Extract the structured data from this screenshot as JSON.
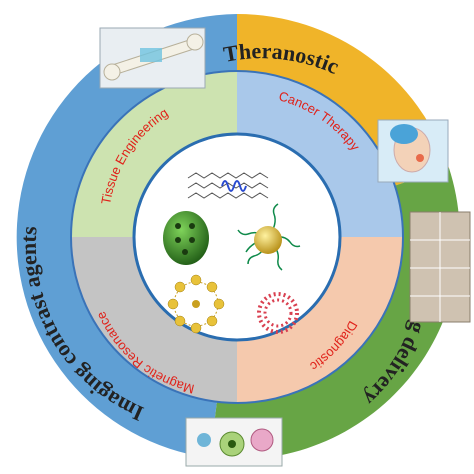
{
  "outer_ring": [
    {
      "label": "Theranostic",
      "color": "#f0b429"
    },
    {
      "label": "Drug delivery",
      "color": "#67a545"
    },
    {
      "label": "Imaging contrast agents",
      "color": "#5f9fd4"
    }
  ],
  "middle_ring": [
    {
      "label": "Tissue Engineering",
      "color": "#cde3b0",
      "text_color": "#e0221a"
    },
    {
      "label": "Cancer Therapy",
      "color": "#a9c8ea",
      "text_color": "#e0221a"
    },
    {
      "label": "Diagnostic",
      "color": "#f5c9ad",
      "text_color": "#e0221a"
    },
    {
      "label": "Magnetic Resonance",
      "color": "#c4c4c4",
      "text_color": "#e0221a"
    }
  ],
  "core": {
    "fill": "#ffffff",
    "border": "#2a6db0"
  },
  "colors": {
    "ring_outline": "#3a73b8",
    "heading_text": "#222222"
  },
  "icons": [
    "bone-implant-image",
    "patient-head-image",
    "tumor-treatment-photos",
    "drug-delivery-cells-image",
    "graphene-nanosheet",
    "spherical-nanoparticle",
    "functionalized-nanoparticle",
    "micelle",
    "liposome"
  ]
}
